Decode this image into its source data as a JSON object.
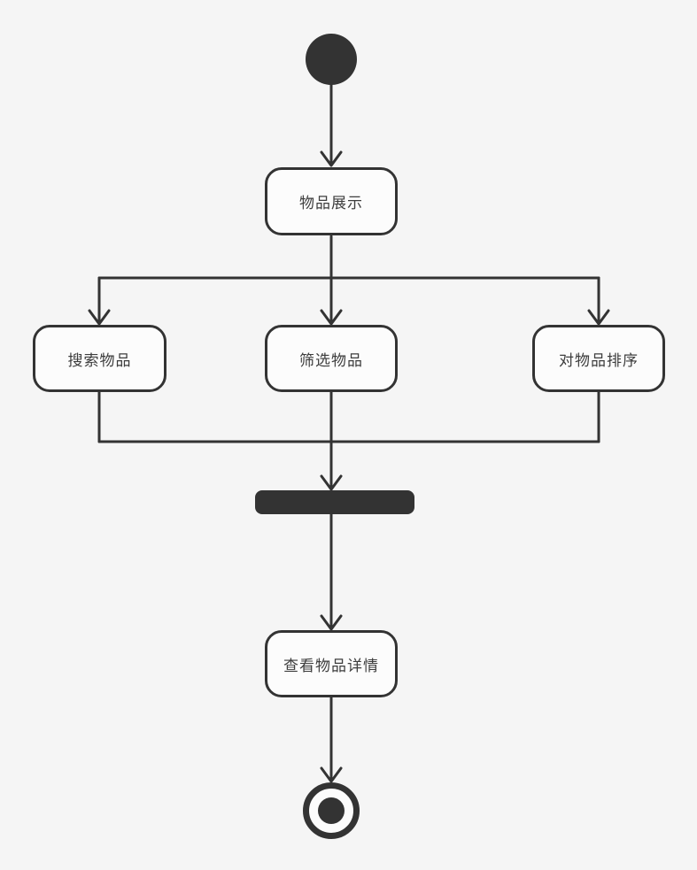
{
  "diagram": {
    "kind": "uml-activity-diagram",
    "colors": {
      "background": "#f5f5f5",
      "stroke": "#333333",
      "activity_fill": "#fcfcfc",
      "activity_text": "#3d3d3d",
      "bar_fill": "#333333"
    },
    "nodes": {
      "start": {
        "type": "initial-node"
      },
      "display": {
        "type": "activity",
        "label": "物品展示"
      },
      "search": {
        "type": "activity",
        "label": "搜索物品"
      },
      "filter": {
        "type": "activity",
        "label": "筛选物品"
      },
      "sort": {
        "type": "activity",
        "label": "对物品排序"
      },
      "join": {
        "type": "join-bar"
      },
      "detail": {
        "type": "activity",
        "label": "查看物品详情"
      },
      "end": {
        "type": "final-node"
      }
    },
    "edges": [
      {
        "from": "start",
        "to": "display"
      },
      {
        "from": "display",
        "to": "search"
      },
      {
        "from": "display",
        "to": "filter"
      },
      {
        "from": "display",
        "to": "sort"
      },
      {
        "from": "search",
        "to": "join"
      },
      {
        "from": "filter",
        "to": "join"
      },
      {
        "from": "sort",
        "to": "join"
      },
      {
        "from": "join",
        "to": "detail"
      },
      {
        "from": "detail",
        "to": "end"
      }
    ]
  }
}
